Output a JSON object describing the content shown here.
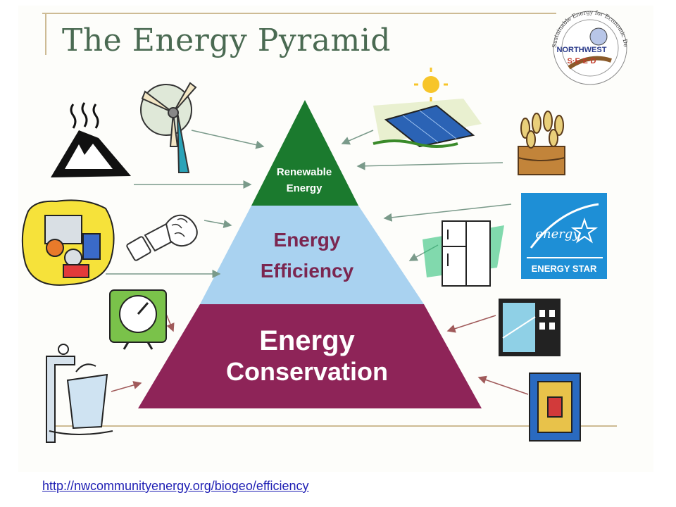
{
  "title": "The Energy Pyramid",
  "pyramid": {
    "top": {
      "line1": "Renewable",
      "line2": "Energy",
      "color": "#1b7a2e"
    },
    "middle": {
      "line1": "Energy",
      "line2": "Efficiency",
      "color": "#a9d2f0",
      "text_color": "#7b2650"
    },
    "bottom": {
      "line1": "Energy",
      "line2": "Conservation",
      "color": "#8e2458"
    }
  },
  "logo": {
    "line1": "NORTHWEST",
    "line2": "S·E·E·D",
    "ring_text": "Sustainable Energy for Economic Development"
  },
  "energy_star": {
    "label": "ENERGY STAR",
    "script": "energy",
    "color": "#1e8fd6"
  },
  "source_link": "http://nwcommunityenergy.org/biogeo/efficiency",
  "colors": {
    "arrow": "#7a9a8a",
    "arrow_red": "#a05a5a",
    "frame": "#cdbb94"
  }
}
